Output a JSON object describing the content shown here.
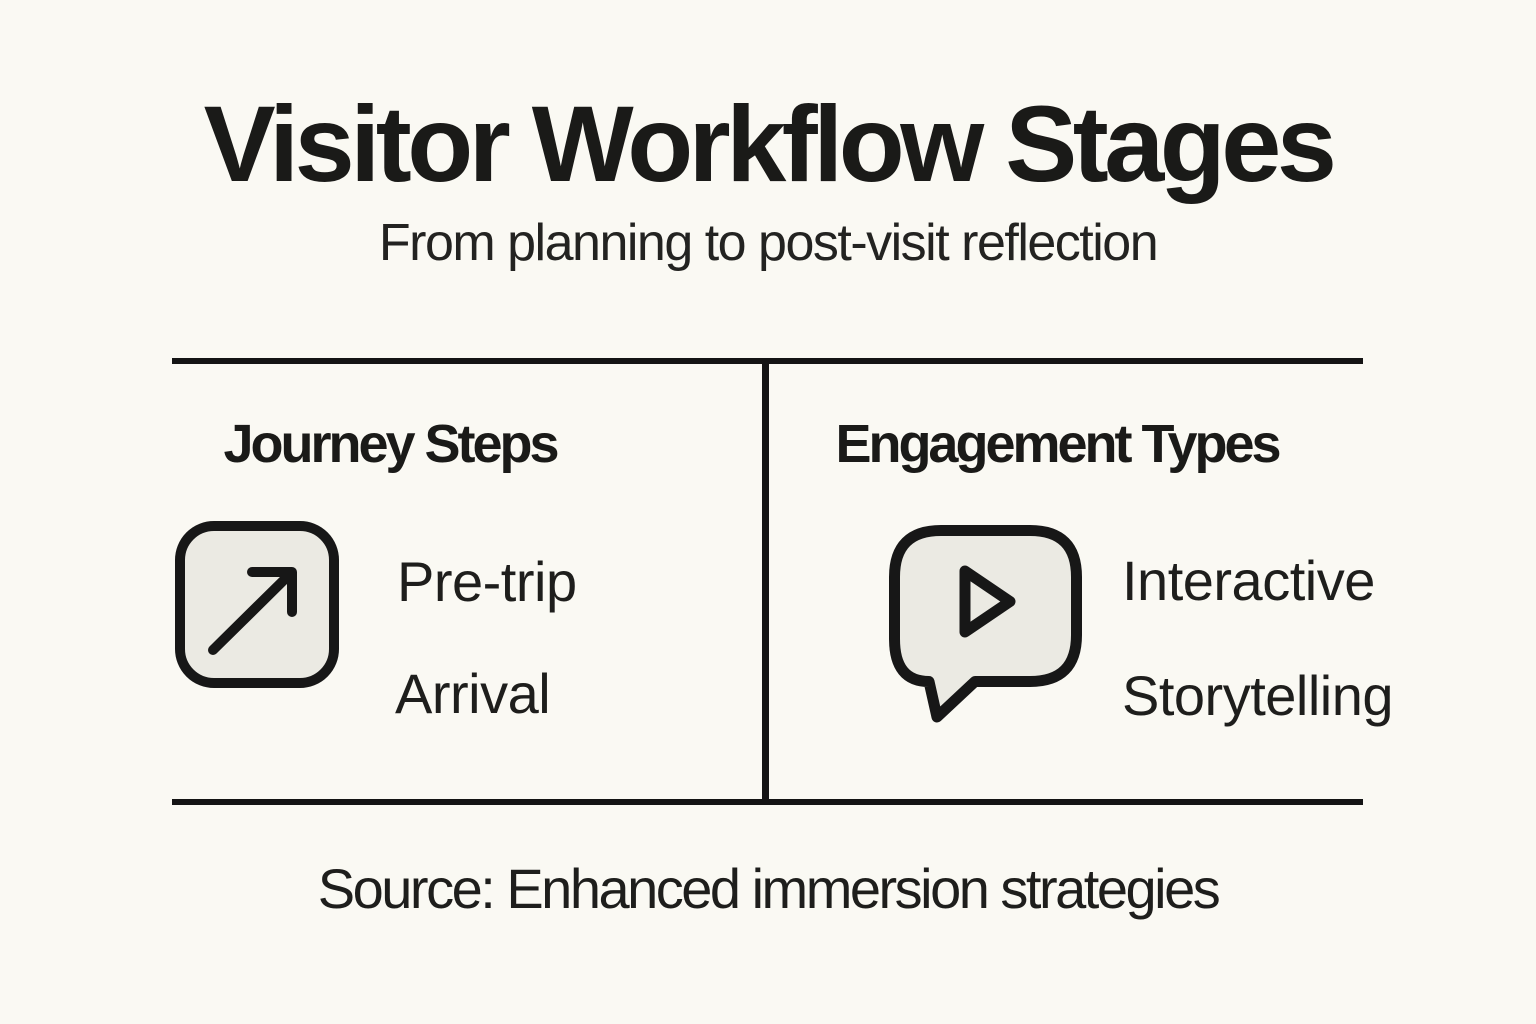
{
  "header": {
    "title": "Visitor Workflow Stages",
    "subtitle": "From planning to post-visit reflection"
  },
  "table": {
    "columns": [
      {
        "heading": "Journey Steps",
        "icon": "arrow-up-right-icon",
        "items": [
          "Pre-trip",
          "Arrival"
        ]
      },
      {
        "heading": "Engagement Types",
        "icon": "speech-bubble-play-icon",
        "items": [
          "Interactive",
          "Storytelling"
        ]
      }
    ]
  },
  "footer": {
    "source": "Source: Enhanced immersion strategies"
  },
  "colors": {
    "background": "#FAF9F3",
    "text": "#1E1E1C",
    "rule": "#141414",
    "icon_fill": "#EBEAE3",
    "icon_stroke": "#171717"
  }
}
